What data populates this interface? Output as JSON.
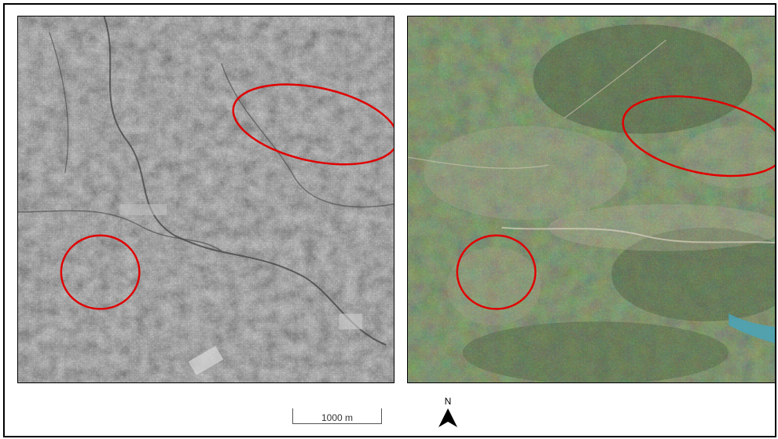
{
  "panels": {
    "left": {
      "style": "historical-bw-aerial"
    },
    "right": {
      "style": "recent-color-orthophoto"
    }
  },
  "highlight_color": "#e00000",
  "scale_bar": {
    "label": "1000 m"
  },
  "north_arrow": {
    "label": "N"
  }
}
